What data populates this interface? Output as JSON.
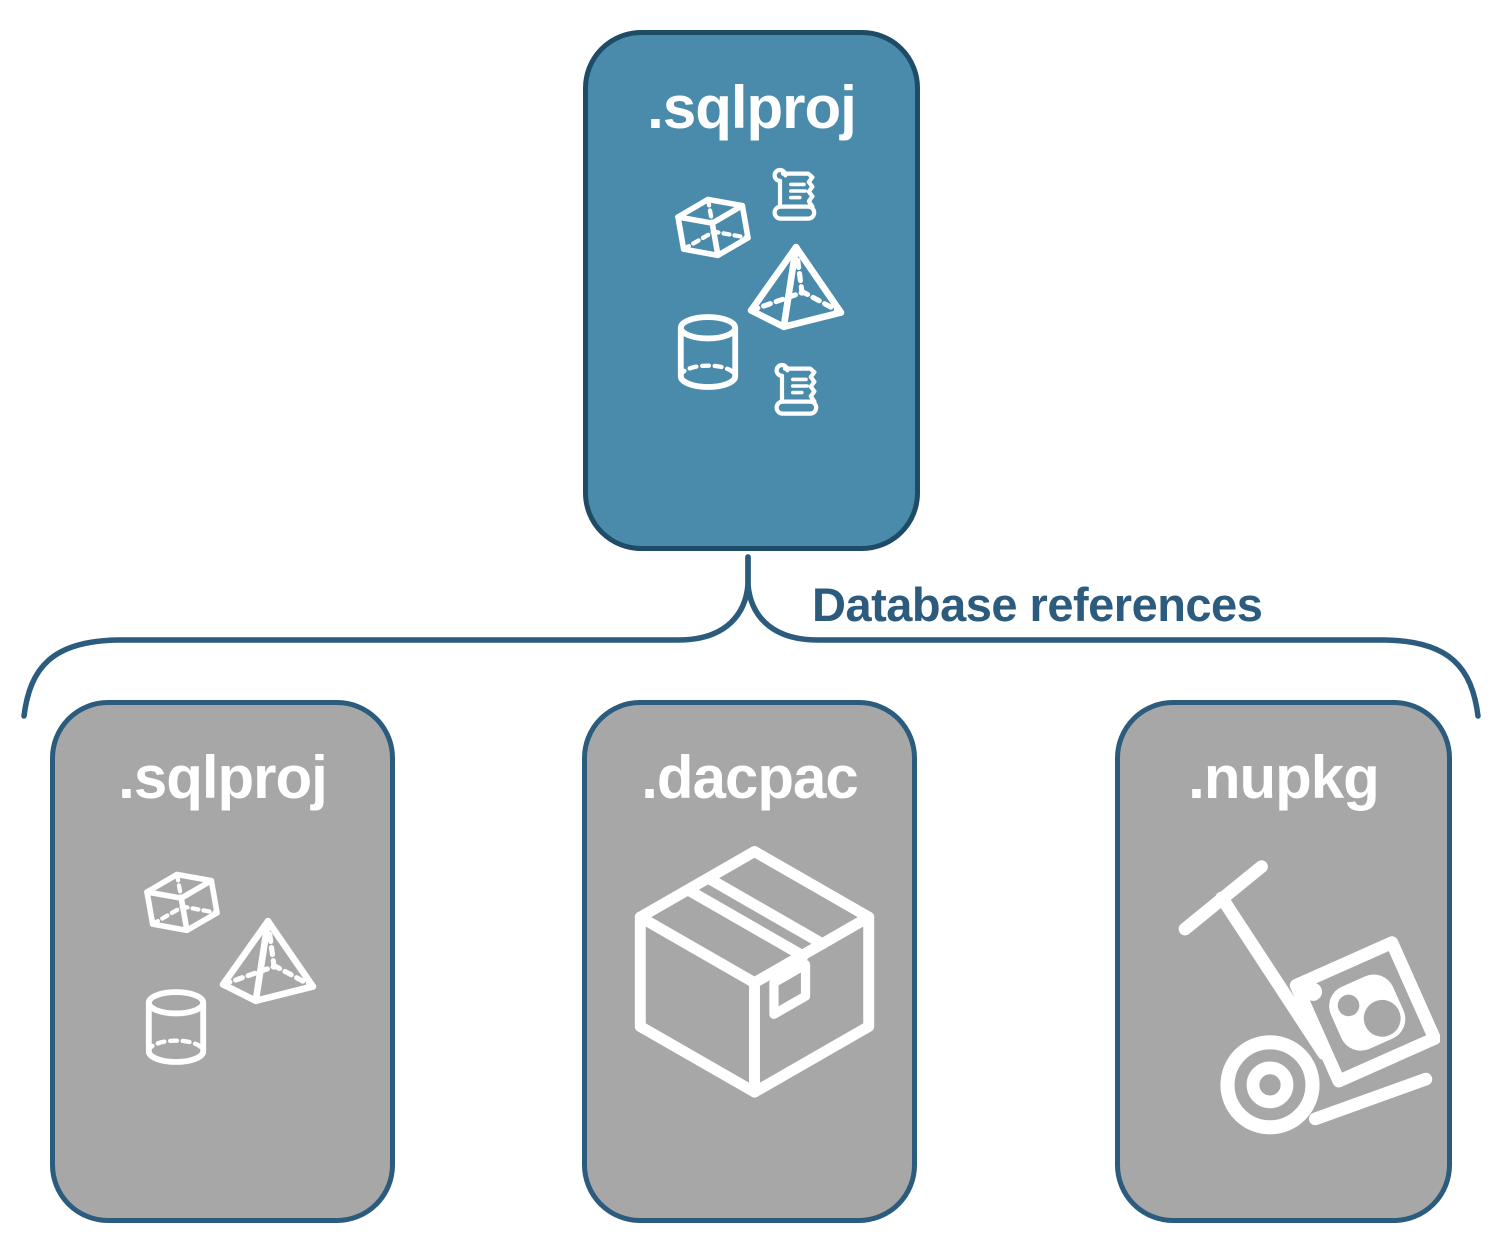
{
  "root_card": {
    "label": ".sqlproj"
  },
  "connector": {
    "label": "Database references"
  },
  "children": [
    {
      "id": "sqlproj",
      "label": ".sqlproj"
    },
    {
      "id": "dacpac",
      "label": ".dacpac"
    },
    {
      "id": "nupkg",
      "label": ".nupkg"
    }
  ],
  "icons": {
    "root": [
      "cube-icon",
      "script-scroll-icon",
      "pyramid-icon",
      "cylinder-icon",
      "script-scroll-icon"
    ],
    "sqlproj": [
      "cube-icon",
      "pyramid-icon",
      "cylinder-icon"
    ],
    "dacpac": [
      "package-box-icon"
    ],
    "nupkg": [
      "nuget-hand-truck-icon"
    ]
  },
  "colors": {
    "root_fill": "#4A8BAC",
    "root_border": "#1E4C66",
    "child_fill": "#A7A7A7",
    "child_border": "#2B5B7D",
    "connector": "#2B5B7D",
    "connector_label_text": "#2C5B7E",
    "card_label_text": "#FFFFFF",
    "background": "#FFFFFF"
  }
}
